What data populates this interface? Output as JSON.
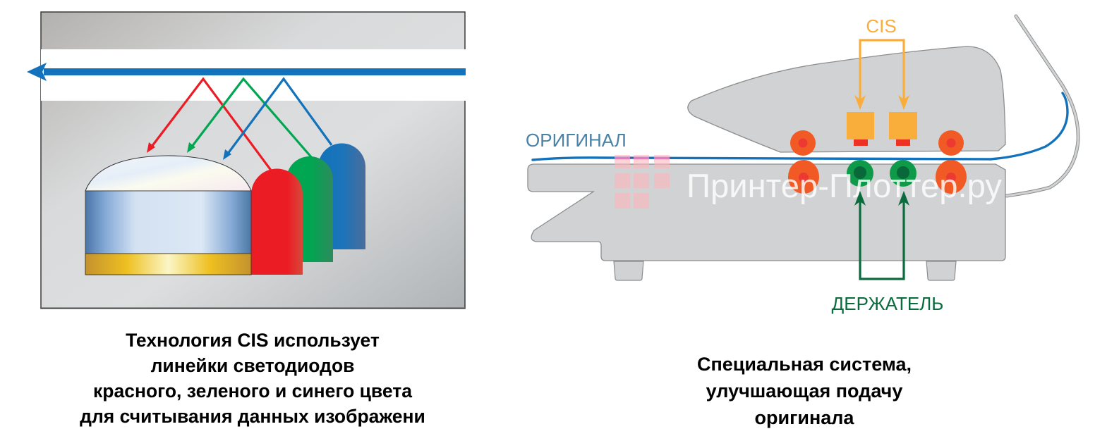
{
  "left_panel": {
    "caption_lines": [
      "Технология CIS использует",
      "линейки светодиодов",
      "красного, зеленого и синего цвета",
      "для считывания данных изображени"
    ],
    "colors": {
      "scan_arrow": "#1272bb",
      "led_red": "#ec1c24",
      "led_green": "#00a651",
      "led_blue": "#1272bb",
      "lens_body": "#a9c4e4",
      "lens_base": "#c7962e",
      "background_panel": "#c9cacb"
    }
  },
  "right_panel": {
    "labels": {
      "cis": "CIS",
      "original": "ОРИГИНАЛ",
      "holder": "ДЕРЖАТЕЛЬ",
      "watermark": "Принтер-Плоттер.ру"
    },
    "caption_lines": [
      "Специальная система,",
      "улучшающая подачу",
      "оригинала"
    ],
    "colors": {
      "cis_label": "#f9ae3b",
      "cis_sensor": "#f9ae3b",
      "sensor_pad": "#ed3224",
      "roller_orange": "#f15a24",
      "roller_inner": "#ec3a33",
      "roller_green": "#0e9a48",
      "roller_green_inner": "#08683a",
      "holder_label": "#0a6b3c",
      "original_label": "#4a82a6",
      "paper_line": "#1272bb",
      "housing": "#d1d2d3",
      "housing_stroke": "#8c8d8e"
    }
  }
}
